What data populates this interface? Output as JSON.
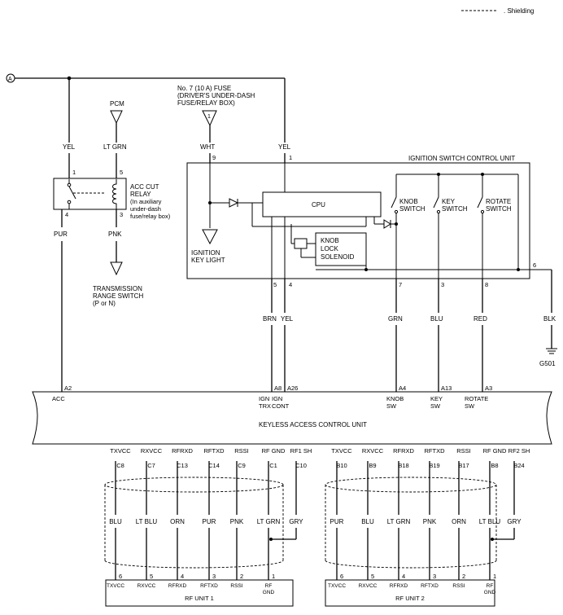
{
  "legend": {
    "shielding": ". Shielding"
  },
  "top": {
    "connector_a": "A",
    "pcm": "PCM",
    "fuse_line1": "No. 7 (10 A) FUSE",
    "fuse_line2": "(DRIVER'S UNDER-DASH",
    "fuse_line3": "FUSE/RELAY BOX)",
    "fuse_pin": "1"
  },
  "wires_top": {
    "yel_left": "YEL",
    "lt_grn": "LT GRN",
    "wht": "WHT",
    "yel_right": "YEL"
  },
  "relay": {
    "label1": "ACC CUT",
    "label2": "RELAY",
    "label3": "(In auxiliary",
    "label4": "under-dash",
    "label5": "fuse/relay box)",
    "pin1": "1",
    "pin5": "5",
    "pin4": "4",
    "pin3": "3",
    "pur": "PUR",
    "pnk": "PNK",
    "trans1": "TRANSMISSION",
    "trans2": "RANGE SWITCH",
    "trans3": "(P or N)"
  },
  "iscu": {
    "title": "IGNITION SWITCH CONTROL UNIT",
    "cpu": "CPU",
    "pin9": "9",
    "pin1": "1",
    "pin5": "5",
    "pin4": "4",
    "pin7": "7",
    "pin3": "3",
    "pin8": "8",
    "pin6": "6",
    "ign_key_light1": "IGNITION",
    "ign_key_light2": "KEY LIGHT",
    "knob_lock1": "KNOB",
    "knob_lock2": "LOCK",
    "knob_lock3": "SOLENOID",
    "knob_sw1": "KNOB",
    "knob_sw2": "SWITCH",
    "key_sw1": "KEY",
    "key_sw2": "SWITCH",
    "rot_sw1": "ROTATE",
    "rot_sw2": "SWITCH"
  },
  "wires_mid": {
    "brn": "BRN",
    "yel": "YEL",
    "grn": "GRN",
    "blu": "BLU",
    "red": "RED",
    "blk": "BLK",
    "g501": "G501"
  },
  "kacu": {
    "title": "KEYLESS ACCESS CONTROL UNIT",
    "pins": [
      {
        "pin": "A2",
        "l1": "ACC",
        "l2": ""
      },
      {
        "pin": "A8",
        "l1": "IGN",
        "l2": "TRX"
      },
      {
        "pin": "A26",
        "l1": "IGN",
        "l2": "CONT"
      },
      {
        "pin": "A4",
        "l1": "KNOB",
        "l2": "SW"
      },
      {
        "pin": "A13",
        "l1": "KEY",
        "l2": "SW"
      },
      {
        "pin": "A3",
        "l1": "ROTATE",
        "l2": "SW"
      }
    ]
  },
  "rf1": {
    "sig": [
      "TXVCC",
      "RXVCC",
      "RFRXD",
      "RFTXD",
      "RSSI",
      "RF GND",
      "RF1 SH"
    ],
    "pins": [
      "C8",
      "C7",
      "C13",
      "C14",
      "C9",
      "C1",
      "C10"
    ],
    "colors": [
      "BLU",
      "LT BLU",
      "ORN",
      "PUR",
      "PNK",
      "LT GRN",
      "GRY"
    ],
    "unit_pins": [
      "6",
      "5",
      "4",
      "3",
      "2",
      "1"
    ],
    "unit_sig": [
      "TXVCC",
      "RXVCC",
      "RFRXD",
      "RFTXD",
      "RSSI",
      "RF",
      "GND"
    ],
    "name": "RF UNIT 1"
  },
  "rf2": {
    "sig": [
      "TXVCC",
      "RXVCC",
      "RFRXD",
      "RFTXD",
      "RSSI",
      "RF GND",
      "RF2 SH"
    ],
    "pins": [
      "B10",
      "B9",
      "B18",
      "B19",
      "B17",
      "B8",
      "B24"
    ],
    "colors": [
      "PUR",
      "BLU",
      "LT GRN",
      "PNK",
      "ORN",
      "LT BLU",
      "GRY"
    ],
    "unit_pins": [
      "6",
      "5",
      "4",
      "3",
      "2",
      "1"
    ],
    "unit_sig": [
      "TXVCC",
      "RXVCC",
      "RFRXD",
      "RFTXD",
      "RSSI",
      "RF",
      "GND"
    ],
    "name": "RF UNIT 2"
  }
}
